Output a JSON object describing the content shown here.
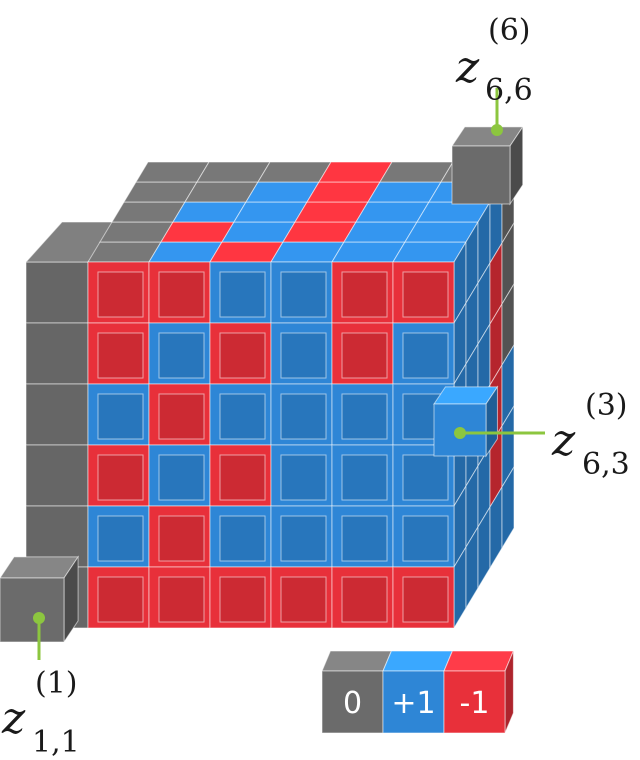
{
  "labels": {
    "top": {
      "var": "z",
      "sub": "6,6",
      "sup": "(6)"
    },
    "mid": {
      "var": "z",
      "sub": "6,3",
      "sup": "(3)"
    },
    "bot": {
      "var": "z",
      "sub": "1,1",
      "sup": "(1)"
    }
  },
  "legend": [
    {
      "text": "0",
      "color": "#6b6b6b"
    },
    {
      "text": "+1",
      "color": "#2e86d6"
    },
    {
      "text": "-1",
      "color": "#e8303a"
    }
  ],
  "colors": {
    "zero": "#6b6b6b",
    "plus": "#2e86d6",
    "minus": "#e8303a",
    "callout": "#8cc63f"
  },
  "front_grid": [
    [
      "-1",
      "-1",
      "+1",
      "+1",
      "-1",
      "-1"
    ],
    [
      "-1",
      "+1",
      "-1",
      "+1",
      "-1",
      "+1"
    ],
    [
      "+1",
      "-1",
      "+1",
      "+1",
      "+1",
      "+1"
    ],
    [
      "-1",
      "+1",
      "-1",
      "+1",
      "+1",
      "+1"
    ],
    [
      "+1",
      "-1",
      "+1",
      "+1",
      "+1",
      "+1"
    ],
    [
      "-1",
      "-1",
      "-1",
      "-1",
      "-1",
      "-1"
    ]
  ],
  "top_grid": [
    [
      "0",
      "0",
      "0",
      "-1",
      "0",
      "0"
    ],
    [
      "0",
      "0",
      "+1",
      "-1",
      "+1",
      "+1"
    ],
    [
      "0",
      "+1",
      "+1",
      "-1",
      "+1",
      "+1"
    ],
    [
      "0",
      "-1",
      "+1",
      "-1",
      "+1",
      "+1"
    ],
    [
      "0",
      "+1",
      "-1",
      "+1",
      "+1",
      "+1"
    ]
  ],
  "side_grid": [
    [
      "+1",
      "+1",
      "+1",
      "+1",
      "0"
    ],
    [
      "+1",
      "+1",
      "+1",
      "-1",
      "0"
    ],
    [
      "+1",
      "+1",
      "+1",
      "-1",
      "0"
    ],
    [
      "+1",
      "+1",
      "+1",
      "-1",
      "+1"
    ],
    [
      "+1",
      "+1",
      "+1",
      "-1",
      "+1"
    ],
    [
      "+1",
      "+1",
      "+1",
      "+1",
      "+1"
    ]
  ]
}
